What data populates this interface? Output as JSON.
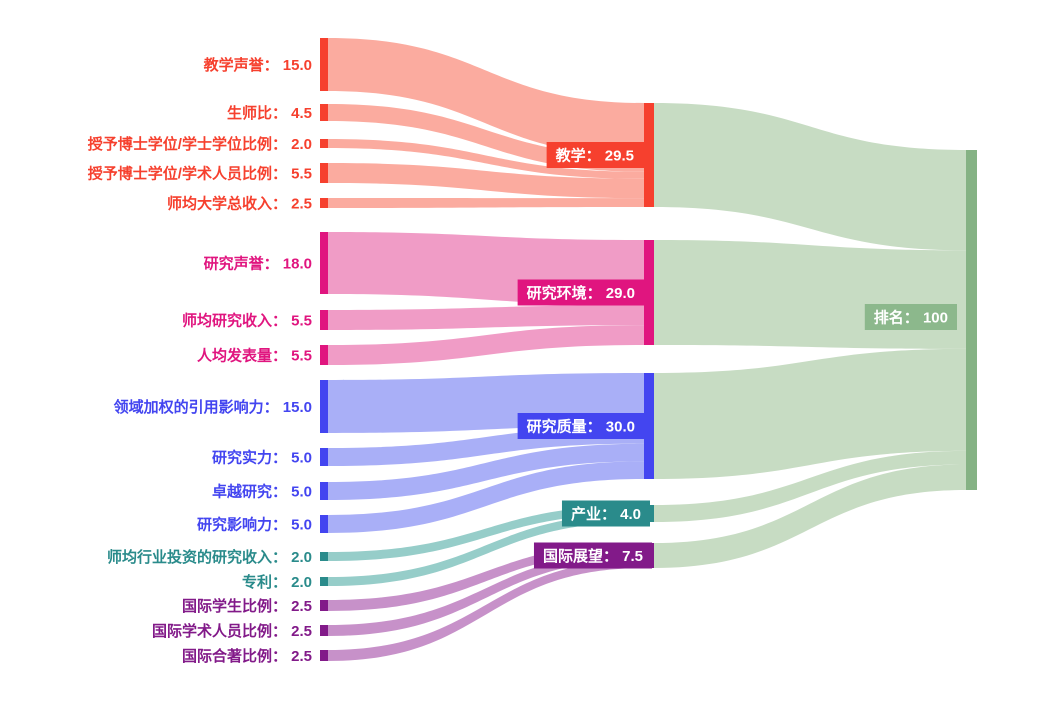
{
  "chart_data": {
    "type": "sankey",
    "title": "",
    "target_node": {
      "label": "排名",
      "value": 100,
      "value_text": "100",
      "group": "rank"
    },
    "middle_nodes": [
      {
        "label": "教学",
        "value": 29.5,
        "value_text": "29.5",
        "group": "teaching"
      },
      {
        "label": "研究环境",
        "value": 29.0,
        "value_text": "29.0",
        "group": "research_env"
      },
      {
        "label": "研究质量",
        "value": 30.0,
        "value_text": "30.0",
        "group": "research_quality"
      },
      {
        "label": "产业",
        "value": 4.0,
        "value_text": "4.0",
        "group": "industry"
      },
      {
        "label": "国际展望",
        "value": 7.5,
        "value_text": "7.5",
        "group": "international"
      }
    ],
    "source_nodes": [
      {
        "label": "教学声誉",
        "value": 15.0,
        "value_text": "15.0",
        "group": "teaching"
      },
      {
        "label": "生师比",
        "value": 4.5,
        "value_text": "4.5",
        "group": "teaching"
      },
      {
        "label": "授予博士学位/学士学位比例",
        "value": 2.0,
        "value_text": "2.0",
        "group": "teaching"
      },
      {
        "label": "授予博士学位/学术人员比例",
        "value": 5.5,
        "value_text": "5.5",
        "group": "teaching"
      },
      {
        "label": "师均大学总收入",
        "value": 2.5,
        "value_text": "2.5",
        "group": "teaching"
      },
      {
        "label": "研究声誉",
        "value": 18.0,
        "value_text": "18.0",
        "group": "research_env"
      },
      {
        "label": "师均研究收入",
        "value": 5.5,
        "value_text": "5.5",
        "group": "research_env"
      },
      {
        "label": "人均发表量",
        "value": 5.5,
        "value_text": "5.5",
        "group": "research_env"
      },
      {
        "label": "领域加权的引用影响力",
        "value": 15.0,
        "value_text": "15.0",
        "group": "research_quality"
      },
      {
        "label": "研究实力",
        "value": 5.0,
        "value_text": "5.0",
        "group": "research_quality"
      },
      {
        "label": "卓越研究",
        "value": 5.0,
        "value_text": "5.0",
        "group": "research_quality"
      },
      {
        "label": "研究影响力",
        "value": 5.0,
        "value_text": "5.0",
        "group": "research_quality"
      },
      {
        "label": "师均行业投资的研究收入",
        "value": 2.0,
        "value_text": "2.0",
        "group": "industry"
      },
      {
        "label": "专利",
        "value": 2.0,
        "value_text": "2.0",
        "group": "industry"
      },
      {
        "label": "国际学生比例",
        "value": 2.5,
        "value_text": "2.5",
        "group": "international"
      },
      {
        "label": "国际学术人员比例",
        "value": 2.5,
        "value_text": "2.5",
        "group": "international"
      },
      {
        "label": "国际合著比例",
        "value": 2.5,
        "value_text": "2.5",
        "group": "international"
      }
    ],
    "colors": {
      "teaching": {
        "node": "#f6402e",
        "flow": "#fbab9f"
      },
      "research_env": {
        "node": "#e0157f",
        "flow": "#f09cc6"
      },
      "research_quality": {
        "node": "#4345f0",
        "flow": "#a9aff7"
      },
      "industry": {
        "node": "#2a8b8b",
        "flow": "#96cdc9"
      },
      "international": {
        "node": "#821a89",
        "flow": "#c791c9"
      },
      "rank": {
        "node": "#85b284",
        "flow": "#c7dcc3",
        "label_bg": "#8cb88c"
      }
    },
    "separator": "：",
    "legend": "none",
    "background": "#ffffff"
  }
}
